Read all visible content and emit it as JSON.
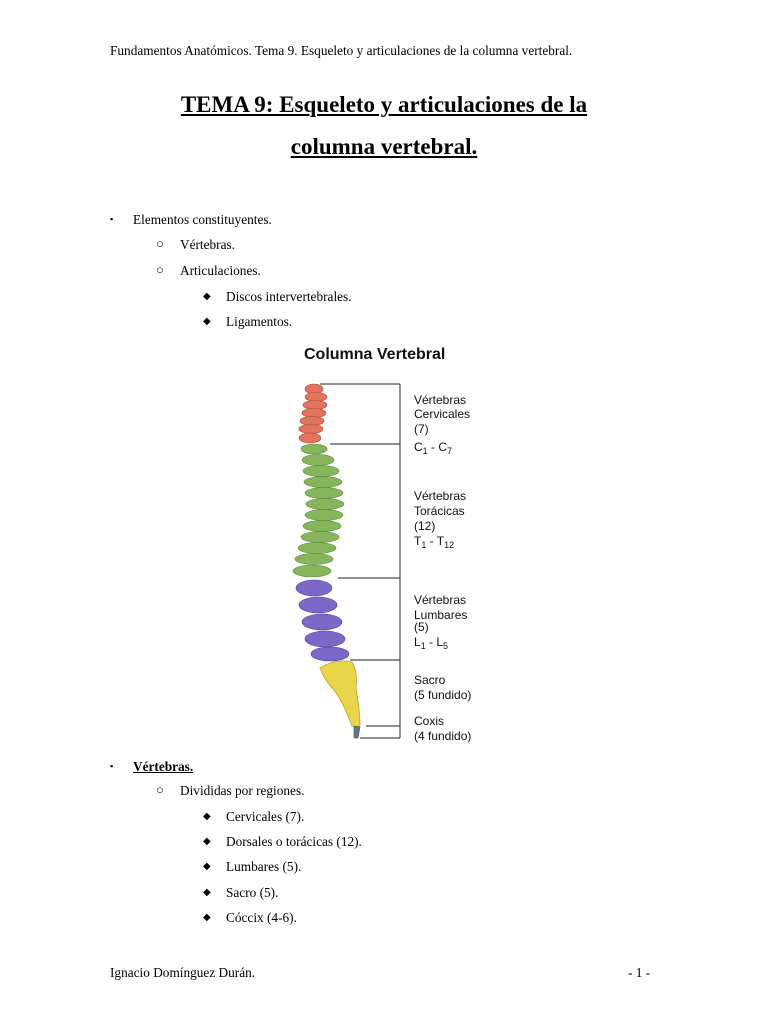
{
  "header": "Fundamentos Anatómicos.   Tema 9. Esqueleto y articulaciones de la columna vertebral.",
  "title": {
    "line1": "TEMA 9: Esqueleto y articulaciones de la",
    "line2": "columna vertebral."
  },
  "outline1": {
    "item": "Elementos constituyentes.",
    "sub1": "Vértebras.",
    "sub2": "Articulaciones.",
    "sub2_items": [
      "Discos intervertebrales.",
      "Ligamentos."
    ]
  },
  "figure": {
    "title": "Columna Vertebral",
    "labels": {
      "cervical": [
        "Vértebras",
        "Cervicales",
        "(7)"
      ],
      "cervical_range": [
        "C",
        "1",
        " - C",
        "7"
      ],
      "toracic": [
        "Vértebras",
        "Torácicas",
        "(12)"
      ],
      "toracic_range": [
        "T",
        "1",
        " - T",
        "12"
      ],
      "lumbar": [
        "Vértebras",
        "Lumbares",
        "(5)"
      ],
      "lumbar_range": [
        "L",
        "1",
        " - L",
        "5"
      ],
      "sacro": [
        "Sacro",
        "(5 fundido)"
      ],
      "coxis": [
        "Coxis",
        "(4 fundido)"
      ]
    },
    "colors": {
      "cervical": "#e2735c",
      "toracic": "#86b55b",
      "lumbar": "#7b68c8",
      "sacro": "#e9d54a",
      "coxis": "#5c7d7a"
    }
  },
  "outline2": {
    "item": "Vértebras.",
    "sub1": "Divididas por regiones.",
    "sub1_items": [
      "Cervicales (7).",
      "Dorsales o torácicas (12).",
      "Lumbares (5).",
      "Sacro (5).",
      "Cóccix (4-6)."
    ]
  },
  "footer": {
    "author": "Ignacio Domínguez Durán.",
    "page": "- 1 -"
  },
  "bullet_icons": {
    "level1": "▪",
    "level2": "○",
    "level3": "◆"
  }
}
